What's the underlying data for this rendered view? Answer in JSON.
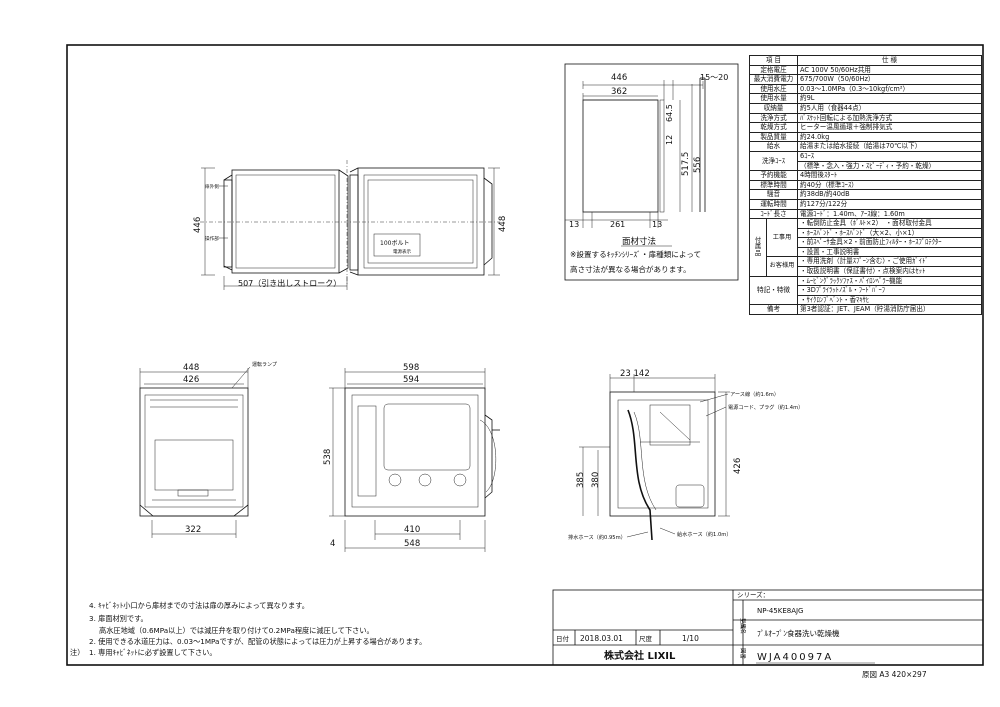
{
  "spec_table": {
    "header": {
      "item": "項 目",
      "spec": "仕 様"
    },
    "rows": [
      {
        "key": "定格電圧",
        "value": "AC 100V 50/60Hz共用"
      },
      {
        "key": "最大消費電力",
        "value": "675/700W（50/60Hz）"
      },
      {
        "key": "使用水圧",
        "value": "0.03～1.0MPa（0.3～10kgf/cm²）"
      },
      {
        "key": "使用水量",
        "value": "約9L"
      },
      {
        "key": "収納量",
        "value": "約5人用（食器44点）"
      },
      {
        "key": "洗浄方式",
        "value": "ﾊﾞｽｹｯﾄ回転による加熱洗浄方式"
      },
      {
        "key": "乾燥方式",
        "value": "ヒーター温風循環＋強制排気式"
      },
      {
        "key": "製品質量",
        "value": "約24.0kg"
      },
      {
        "key": "給水",
        "value": "給湯または給水接続（給湯は70℃以下）"
      },
      {
        "key": "洗浄ｺｰｽ",
        "value": "6ｺｰｽ"
      },
      {
        "key": "",
        "value": "（標準・念入・強力・ｽﾋﾟｰﾃﾞｨ・予約・乾燥）"
      },
      {
        "key": "予約機能",
        "value": "4時間後ｽﾀｰﾄ"
      },
      {
        "key": "標準時間",
        "value": "約40分（標準ｺｰｽ）"
      },
      {
        "key": "騒音",
        "value": "約38dB/約40dB"
      },
      {
        "key": "運転時間",
        "value": "約127分/122分"
      },
      {
        "key": "ｺｰﾄﾞ長さ",
        "value": "電源ｺｰﾄﾞ：1.40m、ｱｰｽ線：1.60m"
      }
    ],
    "accessories": {
      "group": "付属品",
      "construction_label": "工事用",
      "construction_items": [
        "・転倒防止金具（ﾎﾞﾙﾄ×2）　・面材取付金具",
        "・ﾎｰｽﾊﾞﾝﾄﾞ・ﾎｰｽﾊﾞﾝﾄﾞ（大×2、小×1）",
        "・前ｽﾍﾟｰｻ金具×2・前面防止ﾌｨﾙﾀｰ・ﾎｰｽﾌﾟﾛﾃｸﾀｰ",
        "・設置・工事説明書"
      ],
      "customer_label": "お客様用",
      "customer_items": [
        "・専用洗剤（計量ｽﾌﾟｰﾝ含む）・ご使用ｶﾞｲﾄﾞ",
        "・取扱説明書（保証書付）・点検案内はｾｯﾄ"
      ]
    },
    "features": {
      "label": "特記・特徴",
      "items": [
        "・ﾑｰﾋﾞﾝｸﾞﾗｯｸｿﾌｧｽ・ﾊﾟｲﾛﾝﾍﾟﾗｰ機能",
        "・3Dﾌﾟﾗｲﾗｯﾄﾉｽﾞﾙ・ﾌｰﾄﾞﾊﾞｰﾌ",
        "・ｻｲｸﾛﾝﾌﾞﾍﾞﾝﾄ・香ﾏｷｻﾋ"
      ]
    },
    "remarks": {
      "key": "備考",
      "value": "第3者認証：JET、JEAM（貯湯消防庁届出）"
    }
  },
  "views": {
    "top": {
      "dim_depth": "446",
      "dim_width": "448",
      "dim_stroke": "507（引き出しストローク）",
      "label_a": "扉外側",
      "label_b": "操作部",
      "plate_line1": "100ボルト",
      "plate_line2": "電源表示"
    },
    "cabinet": {
      "dim_446": "446",
      "dim_362": "362",
      "dim_15_20": "15～20",
      "dim_64_5": "64.5",
      "dim_12": "12",
      "dim_517_5": "517.5",
      "dim_556": "556",
      "dim_13a": "13",
      "dim_261": "261",
      "dim_13b": "13",
      "title": "面材寸法",
      "note_line1": "※設置するｷｯﾁﾝｼﾘｰｽﾞ・扉種類によって",
      "note_line2": "高さ寸法が異なる場合があります。"
    },
    "front": {
      "dim_448": "448",
      "dim_426": "426",
      "dim_322": "322",
      "label_lamp": "運転ランプ"
    },
    "back": {
      "dim_598": "598",
      "dim_594": "594",
      "dim_538": "538",
      "dim_410": "410",
      "dim_548": "548",
      "dim_4": "4"
    },
    "side": {
      "dim_top": "23 142",
      "dim_385": "385",
      "dim_380": "380",
      "dim_426": "426",
      "label_earth": "アース線（約1.6m）",
      "label_power": "電源コード、プラグ（約1.4m）",
      "label_drain": "排水ホース（約0.95m）",
      "label_supply": "給水ホース（約1.0m）"
    }
  },
  "notes": {
    "n4": "4. ｷｬﾋﾞﾈｯﾄ小口から扉材までの寸法は扉の厚みによって異なります。",
    "n3": "3. 扉面材別です。",
    "n2a": "高水圧地域（0.6MPa以上）では減圧弁を取り付けて0.2MPa程度に減圧して下さい。",
    "n2b": "2. 使用できる水道圧力は、0.03～1MPaですが、配管の状態によっては圧力が上昇する場合があります。",
    "n1": "1. 専用ｷｬﾋﾞﾈｯﾄに必ず設置して下さい。",
    "prefix": "注）"
  },
  "title_block": {
    "series_label": "シリーズ：",
    "model_label": "型式",
    "model": "NP-45KE8AJG",
    "name_label": "品名",
    "name": "ﾌﾟﾙｵｰﾌﾟﾝ食器洗い乾燥機",
    "date_label": "日付",
    "date": "2018.03.01",
    "scale_label": "尺度",
    "scale": "1/10",
    "company": "株式会社 LIXIL",
    "drawing_no_label": "図番",
    "drawing_no": "WJA40097A",
    "paper": "原図 A3 420×297"
  }
}
